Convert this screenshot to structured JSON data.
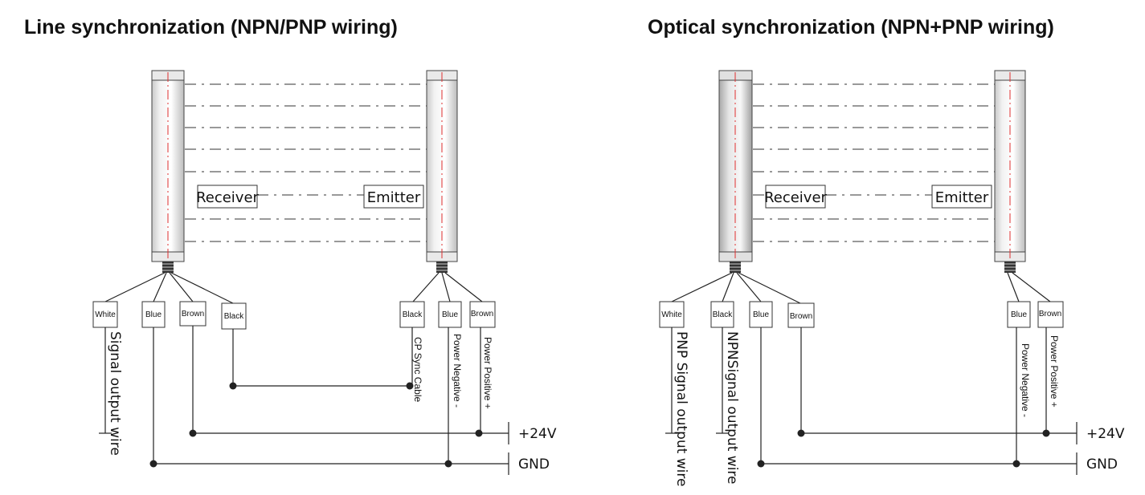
{
  "left_diagram": {
    "title": "Line synchronization (NPN/PNP wiring)",
    "receiver_label": "Receiver",
    "emitter_label": "Emitter",
    "receiver_wires": [
      "White",
      "Blue",
      "Brown",
      "Black"
    ],
    "emitter_wires": [
      "Black",
      "Blue",
      "Brown"
    ],
    "signal_output_label": "Signal output wire",
    "cp_sync_label": "CP Sync Cable",
    "power_negative_label": "Power Negative -",
    "power_positive_label": "Power Positive +",
    "rail_24v": "+24V",
    "rail_gnd": "GND"
  },
  "right_diagram": {
    "title": "Optical synchronization (NPN+PNP wiring)",
    "receiver_label": "Receiver",
    "emitter_label": "Emitter",
    "receiver_wires": [
      "White",
      "Black",
      "Blue",
      "Brown"
    ],
    "emitter_wires": [
      "Blue",
      "Brown"
    ],
    "pnp_output_label": "PNP Signal output wire",
    "npn_output_label": "NPNSignal output wire",
    "power_negative_label": "Power Negative -",
    "power_positive_label": "Power Positive +",
    "rail_24v": "+24V",
    "rail_gnd": "GND"
  }
}
